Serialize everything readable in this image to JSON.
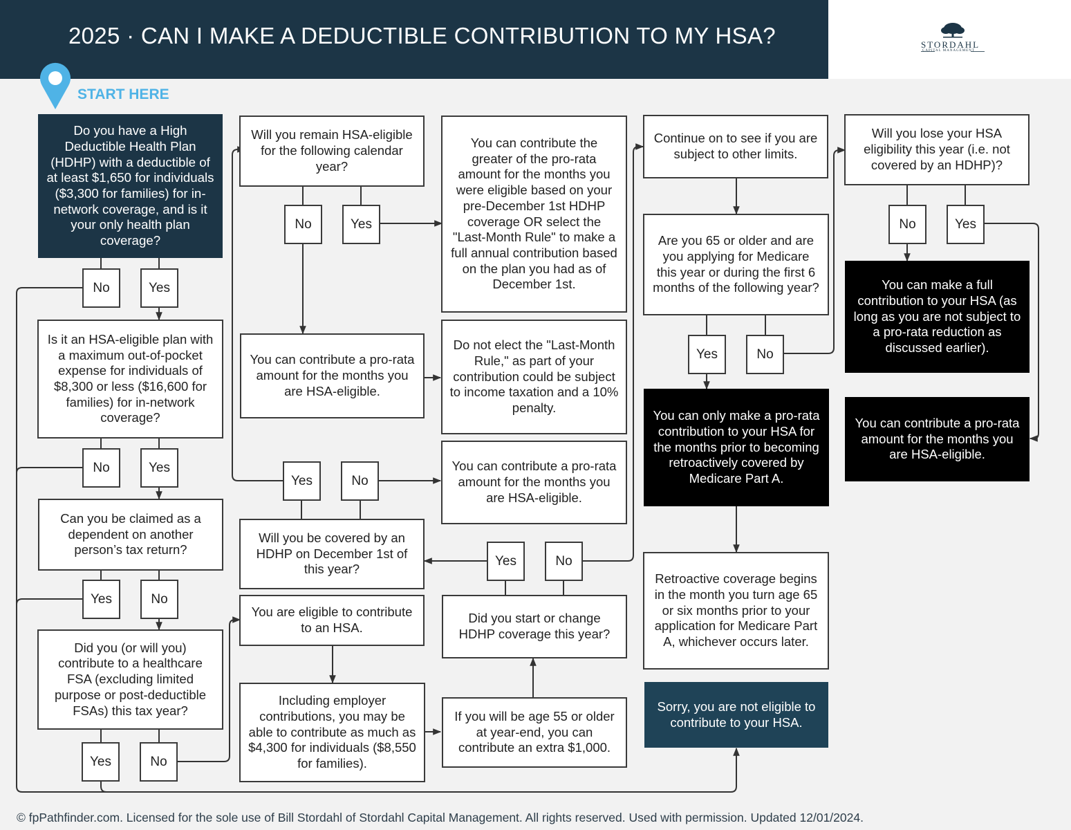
{
  "header": {
    "title": "2025 · CAN I MAKE A DEDUCTIBLE CONTRIBUTION TO MY HSA?",
    "logo_name": "STORDAHL",
    "logo_sub": "CAPITAL MANAGEMENT"
  },
  "start_label": "START HERE",
  "colors": {
    "navy": "#1c3546",
    "accent_blue": "#4fb3e6",
    "sorry_box": "#1f4357",
    "result_black": "#000000"
  },
  "nodes": {
    "q_hdhp": "Do you have a High Deductible Health Plan (HDHP) with a deductible of at least $1,650 for individuals ($3,300 for families) for in-network coverage, and is it your only health plan coverage?",
    "q_oop": "Is it an HSA-eligible plan with a maximum out-of-pocket expense for individuals of $8,300 or less ($16,600 for families) for in-network coverage?",
    "q_dependent": "Can you be claimed as a dependent on another person’s tax return?",
    "q_fsa": "Did you (or will you) contribute to a healthcare FSA (excluding limited purpose or post-deductible FSAs) this tax year?",
    "q_remain": "Will you remain HSA-eligible for the following calendar year?",
    "r_prorata_mid": "You can contribute a pro-rata amount for the months you are HSA-eligible.",
    "q_december": "Will you be covered by an HDHP on December 1st of this year?",
    "r_eligible": "You are eligible to contribute to an HSA.",
    "r_employer": "Including employer contributions, you may be able to contribute as much as $4,300 for individuals ($8,550 for families).",
    "r_greater": "You can contribute the greater of the pro-rata amount for the months you were eligible based on your pre-December 1st HDHP coverage OR select the \"Last-Month Rule\" to make a full annual contribution based on the plan you had as of December 1st.",
    "r_donotelect": "Do not elect the \"Last-Month Rule,\" as part of your contribution could be subject to income taxation and a 10% penalty.",
    "r_prorata_col3": "You can contribute a pro-rata amount for the months you are HSA-eligible.",
    "q_start_change": "Did you start or change HDHP coverage this year?",
    "r_age55": "If you will be age 55 or older at year-end, you can contribute an extra $1,000.",
    "r_continue": "Continue on to see if you are subject to other limits.",
    "q_medicare": "Are you 65 or older and are you applying for Medicare this year or during the first 6 months of the following year?",
    "r_medicare_prorata": "You can only make a pro-rata contribution to your HSA for the months prior to becoming retroactively covered by Medicare Part A.",
    "r_retroactive": "Retroactive coverage begins in the month you turn age 65 or six months prior to your application for Medicare Part A, whichever occurs later.",
    "r_sorry": "Sorry, you are not eligible to contribute to your HSA.",
    "q_lose": "Will you lose your HSA eligibility this year (i.e. not covered by an HDHP)?",
    "r_full": "You can make a full contribution to your HSA (as long as you are not subject to a pro-rata reduction as discussed earlier).",
    "r_prorata_col5": "You can contribute a pro-rata amount for the months you are HSA-eligible."
  },
  "answers": {
    "yes": "Yes",
    "no": "No"
  },
  "footer": "© fpPathfinder.com. Licensed for the sole use of Bill Stordahl of Stordahl Capital Management. All rights reserved. Used with permission. Updated 12/01/2024."
}
